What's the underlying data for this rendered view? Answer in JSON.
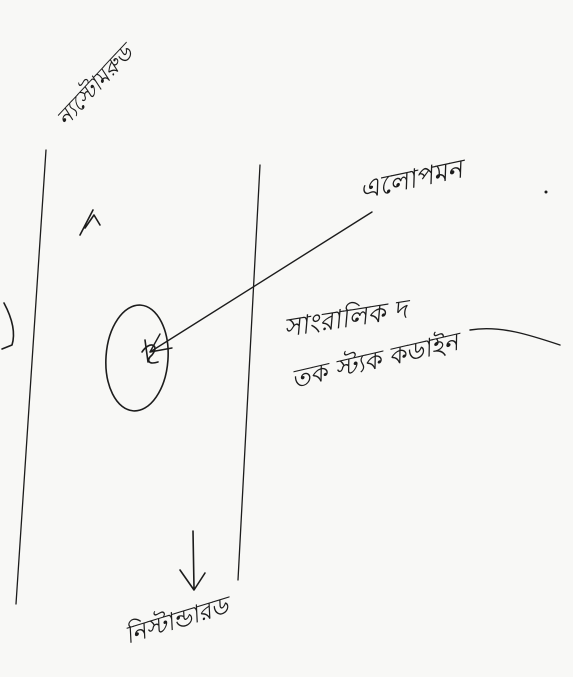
{
  "labels": {
    "top": "ন্যস্টোমরুড",
    "right_top": "এলোপমন",
    "middle_1": "সাংরালিক দ",
    "middle_2": "তক স্ট্যক কডাইন",
    "bottom": "নিস্টান্ডারড"
  },
  "colors": {
    "ink": "#1c1c1c",
    "paper": "#f8f8f6"
  }
}
